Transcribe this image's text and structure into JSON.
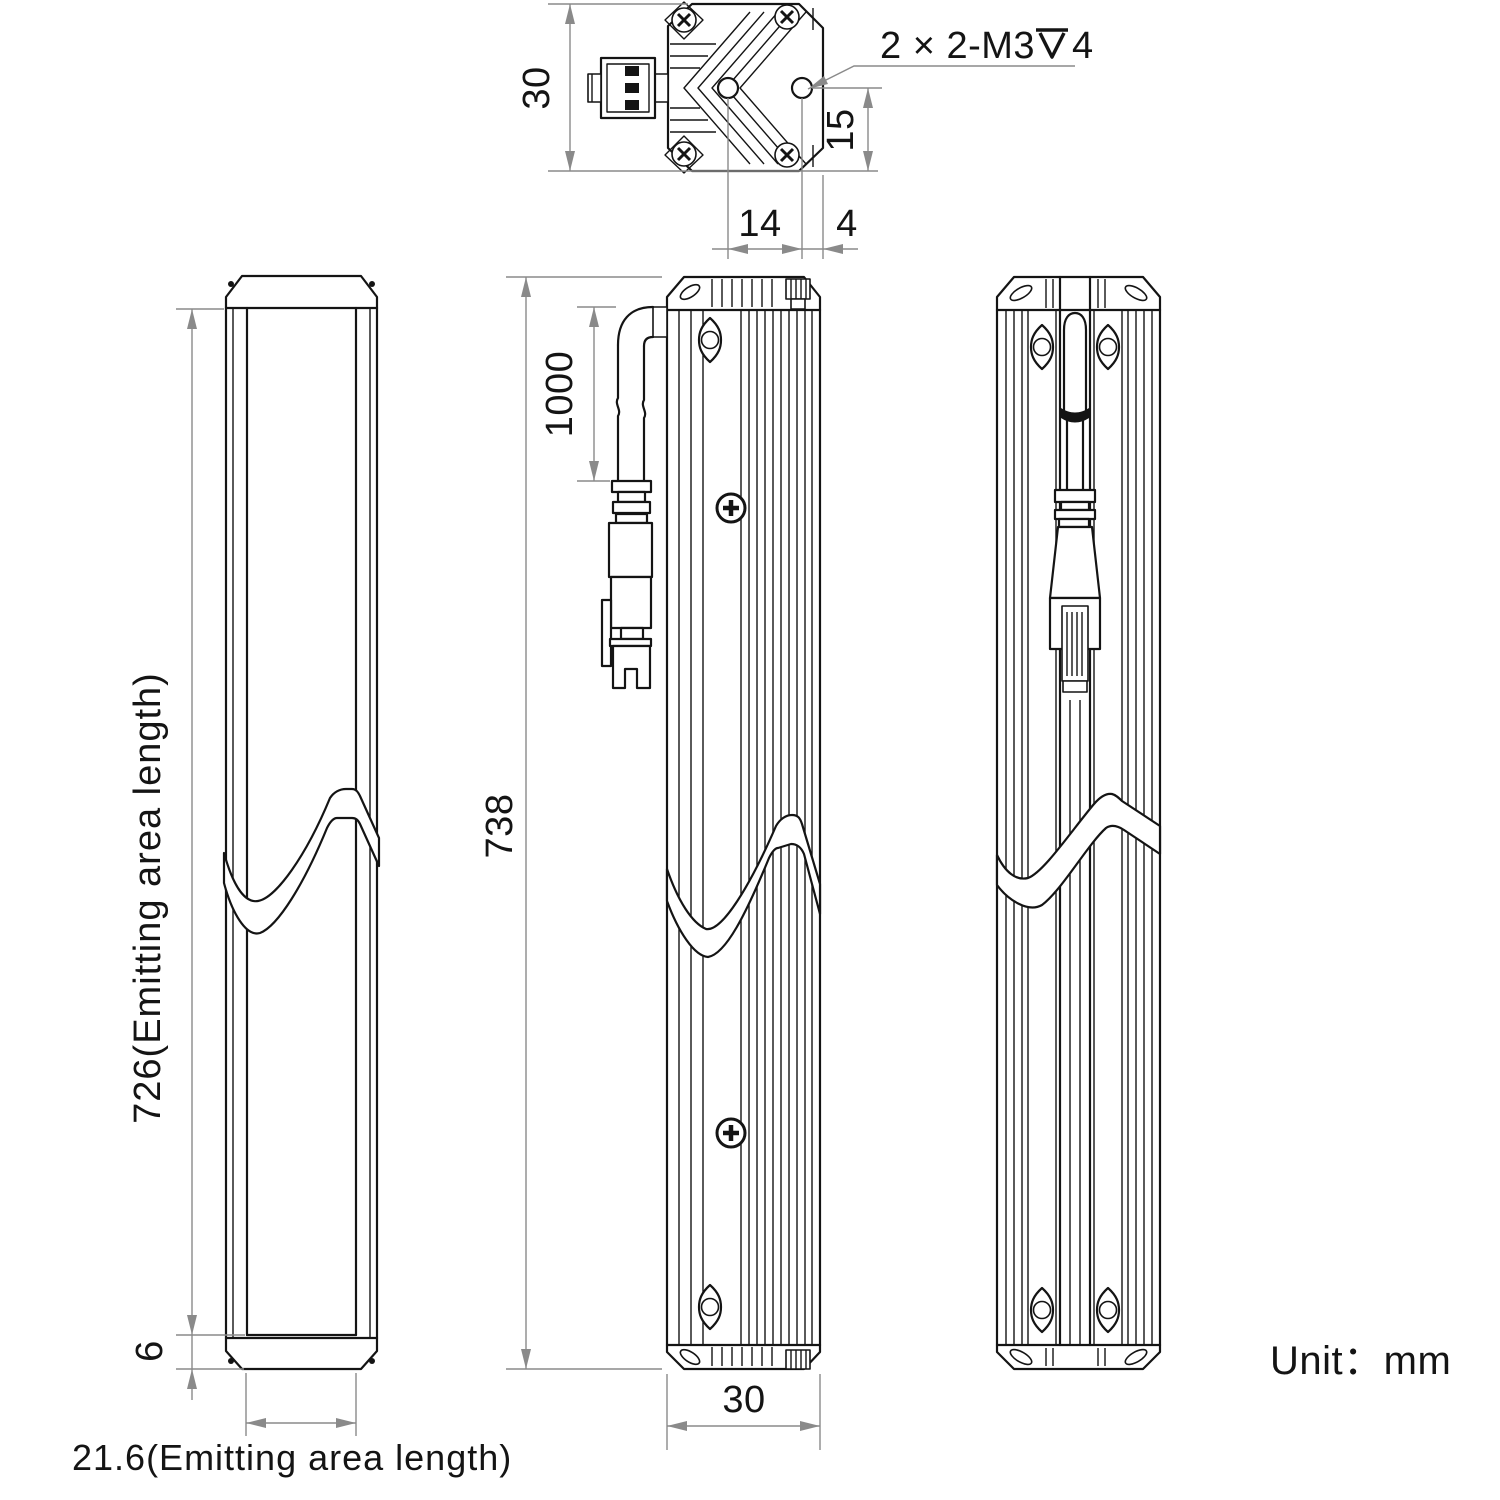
{
  "colors": {
    "line": "#141414",
    "dimension": "#8a8a8a",
    "background": "#ffffff"
  },
  "callout": {
    "thread_prefix": "2 × 2-M3",
    "thread_depth": "4"
  },
  "dims": {
    "top_height": "30",
    "hole_offset": "15",
    "hole_spacing": "14",
    "hole_edge_gap": "4",
    "cable_length": "1000",
    "overall_length": "738",
    "emitting_length": "726(Emitting area length)",
    "end_gap": "6",
    "emitting_width": "21.6(Emitting area length)",
    "body_width": "30"
  },
  "footer": {
    "unit": "Unit：mm"
  }
}
